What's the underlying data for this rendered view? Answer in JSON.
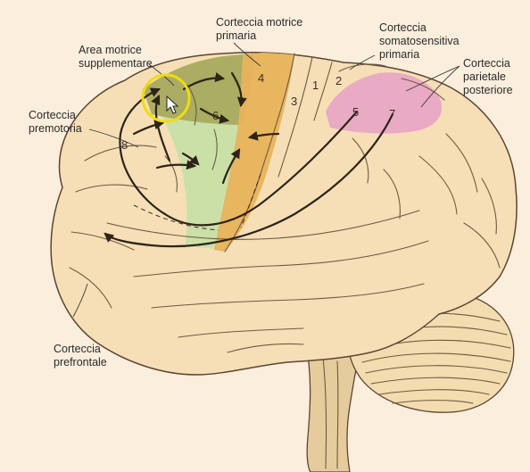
{
  "labels": {
    "supplementary_motor": [
      "Area motrice",
      "supplementare"
    ],
    "primary_motor": [
      "Corteccia motrice",
      "primaria"
    ],
    "somatosensory": [
      "Corteccia",
      "somatosensitiva",
      "primaria"
    ],
    "posterior_parietal": [
      "Corteccia",
      "parietale",
      "posteriore"
    ],
    "premotor": [
      "Corteccia",
      "premotoria"
    ],
    "prefrontal": [
      "Corteccia",
      "prefrontale"
    ]
  },
  "area_numbers": {
    "a4": "4",
    "a6": "6",
    "a8": "8",
    "a3": "3",
    "a1": "1",
    "a2": "2",
    "a5": "5",
    "a7": "7"
  },
  "colors": {
    "background": "#fbeedd",
    "brain": "#f6dfb6",
    "brain_outline": "#5a4632",
    "supplementary_motor_area": "#a8aa5e",
    "premotor_area": "#c8dfa6",
    "primary_motor_area": "#e8b35c",
    "posterior_parietal_area": "#e8a6c4",
    "highlight_circle": "#f0dc10",
    "arrows": "#2d2318"
  },
  "cursor": {
    "icon": "mouse-pointer-icon"
  }
}
